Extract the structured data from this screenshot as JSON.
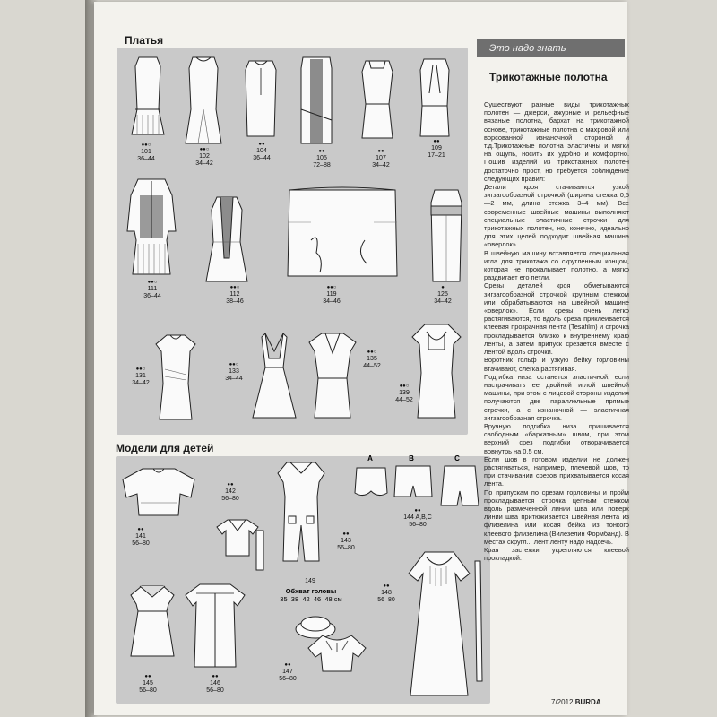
{
  "sections": {
    "dresses_title": "Платья",
    "kids_title": "Модели для детей"
  },
  "sidebar": {
    "tag": "Это надо знать",
    "title": "Трикотажные полотна",
    "paragraphs": [
      "Существуют разные виды трикотажных полотен — джерси, ажурные и рельефные вязаные полотна, бархат на трикотажной основе, трикотажные полотна с махровой или ворсованной изнаночной стороной и т.д.Трикотажные полотна эластичны и мягки на ощупь, носить их удобно и комфортно. Пошив изделий из трикотажных полотен достаточно прост, но требуется соблюдение следующих правил:",
      "Детали кроя стачиваются узкой зигзагообразной строчкой (ширина стежка 0,5—2 мм, длина стежка 3–4 мм). Все современные швейные машины выполняют специальные эластичные строчки для трикотажных полотен, но, конечно, идеально для этих целей подходит швейная машина «оверлок».",
      "В швейную машину вставляется специальная игла для трикотажа со скругленным концом, которая не прокалывает полотно, а мягко раздвигает его петли.",
      "Срезы деталей кроя обметываются зигзагообразной строчкой крупным стежком или обрабатываются на швейной машине «оверлок». Если срезы очень легко растягиваются, то вдоль среза приклеивается клеевая прозрачная лента (Tesafilm) и строчка прокладывается близко к внутреннему краю ленты, а затем припуск срезается вместе с лентой вдоль строчки.",
      "Воротник гольф и узкую бейку горловины втачивают, слегка растягивая.",
      "Подгибка низа останется эластичной, если настрачивать ее двойной иглой швейной машины, при этом с лицевой стороны изделия получаются две параллельные прямые строчки, а с изнаночной — эластичная зигзагообразная строчка.",
      "Вручную подгибка низа пришивается свободным «бархатным» швом, при этом верхний срез подгибки отворачивается вовнутрь на 0,5 см.",
      "Если шов в готовом изделии не должен растягиваться, например, плечевой шов, то при стачивании срезов прихватывается косая лента.",
      "По припускам по срезам горловины и пройм прокладывается строчка цепным стежком вдоль размеченной линии шва или поверх линии шва притюживается швейная лента из флизелина или косая бейка из тонкого клеевого флизелина (Вилезелин Формбанд). В местах скругл... лент ленту надо надсечь.",
      "Края застежки укрепляются клеевой прокладкой."
    ]
  },
  "footer": {
    "issue": "7/2012",
    "brand": "BURDA"
  },
  "dresses": [
    {
      "num": "101",
      "dots": "●●○",
      "size": "36–44"
    },
    {
      "num": "102",
      "dots": "●●○",
      "size": "34–42"
    },
    {
      "num": "104",
      "dots": "●●",
      "size": "36–44"
    },
    {
      "num": "105",
      "dots": "●●",
      "size": "72–88"
    },
    {
      "num": "107",
      "dots": "●●",
      "size": "34–42"
    },
    {
      "num": "109",
      "dots": "●●",
      "size": "17–21"
    },
    {
      "num": "111",
      "dots": "●●○",
      "size": "36–44"
    },
    {
      "num": "112",
      "dots": "●●○",
      "size": "38–46"
    },
    {
      "num": "119",
      "dots": "●●○",
      "size": "34–46"
    },
    {
      "num": "125",
      "dots": "●",
      "size": "34–42"
    },
    {
      "num": "131",
      "dots": "●●○",
      "size": "34–42"
    },
    {
      "num": "133",
      "dots": "●●○",
      "size": "34–44"
    },
    {
      "num": "135",
      "dots": "●●○",
      "size": "44–52"
    },
    {
      "num": "139",
      "dots": "●●○",
      "size": "44–52"
    }
  ],
  "kids": [
    {
      "num": "141",
      "dots": "●●",
      "size": "56–80"
    },
    {
      "num": "142",
      "dots": "●●",
      "size": "56–80"
    },
    {
      "num": "143",
      "dots": "●●",
      "size": "56–80"
    },
    {
      "num": "144 A,B,C",
      "dots": "●●",
      "size": "56–80"
    },
    {
      "num": "145",
      "dots": "●●",
      "size": "56–80"
    },
    {
      "num": "146",
      "dots": "●●",
      "size": "56–80"
    },
    {
      "num": "147",
      "dots": "●●",
      "size": "56–80"
    },
    {
      "num": "148",
      "dots": "●●",
      "size": "56–80"
    },
    {
      "num": "149",
      "dots": "",
      "size": ""
    }
  ],
  "kids_extra": {
    "head_label": "Обхват головы",
    "head_sizes": "35–38–42–46–48 см",
    "variant_a": "A",
    "variant_b": "B",
    "variant_c": "C"
  }
}
